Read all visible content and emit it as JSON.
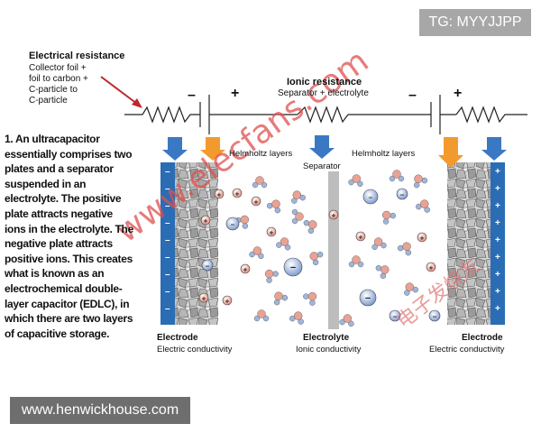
{
  "corner_tag": "TG: MYYJJPP",
  "electrical": {
    "title": "Electrical resistance",
    "lines": [
      "Collector foil +",
      "foil to carbon +",
      "C-particle to",
      "C-particle"
    ]
  },
  "ionic": {
    "title": "Ionic resistance",
    "subtitle": "Separator + electrolyte"
  },
  "signs": {
    "minus": "–",
    "plus": "+"
  },
  "description": "1. An ultracapacitor essentially comprises two plates and a separator suspended in an electrolyte. The positive plate attracts negative ions in the electrolyte. The negative plate attracts positive ions. This creates what is known as an electrochemical double-layer capacitor (EDLC), in which there are two layers of capacitive storage.",
  "labels": {
    "helmholtz_left": "Helmholtz layers",
    "helmholtz_right": "Helmholtz layers",
    "separator": "Separator",
    "electrode_left_title": "Electrode",
    "electrode_left_sub": "Electric conductivity",
    "electrolyte_title": "Electrolyte",
    "electrolyte_sub": "Ionic conductivity",
    "electrode_right_title": "Electrode",
    "electrode_right_sub": "Electric conductivity"
  },
  "watermarks": {
    "diagonal": "www.elecfans.com",
    "chinese": "电子发烧友"
  },
  "footer_site": "www.henwickhouse.com",
  "colors": {
    "plate_blue": "#2a6db5",
    "arrow_blue": "#3b78c4",
    "arrow_orange": "#f29a2e",
    "separator_gray": "#bdbdbd",
    "watermark_red": "#e05050",
    "ion_red": "#e9a293",
    "ion_blue": "#9fb6dc"
  }
}
